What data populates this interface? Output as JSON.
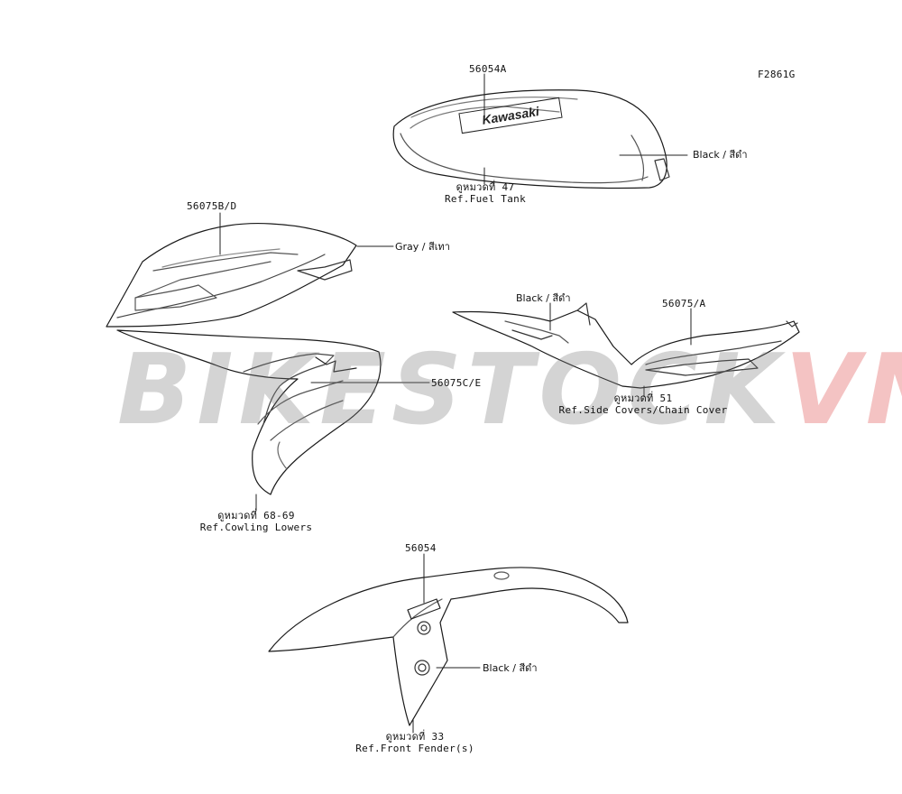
{
  "figure_code": "F2861G",
  "watermark": {
    "main": "BIKESTOCK",
    "accent": "VN",
    "main_color": "#8a8a8a",
    "accent_color": "#d82828"
  },
  "fuel_tank": {
    "part_number": "56054A",
    "brand_text": "Kawasaki",
    "color_label": "Black / สีดำ",
    "ref_thai": "ดูหมวดที่ 47",
    "ref_text": "Ref.Fuel Tank"
  },
  "upper_cowl": {
    "part_number": "56075B/D",
    "color_label": "Gray / สีเทา"
  },
  "cowling_lower": {
    "part_number": "56075C/E",
    "ref_thai": "ดูหมวดที่ 68-69",
    "ref_text": "Ref.Cowling Lowers"
  },
  "side_cover": {
    "part_number": "56075/A",
    "color_label": "Black / สีดำ",
    "ref_thai": "ดูหมวดที่ 51",
    "ref_text": "Ref.Side Covers/Chain Cover"
  },
  "front_fender": {
    "part_number": "56054",
    "color_label": "Black / สีดำ",
    "ref_thai": "ดูหมวดที่ 33",
    "ref_text": "Ref.Front Fender(s)"
  }
}
